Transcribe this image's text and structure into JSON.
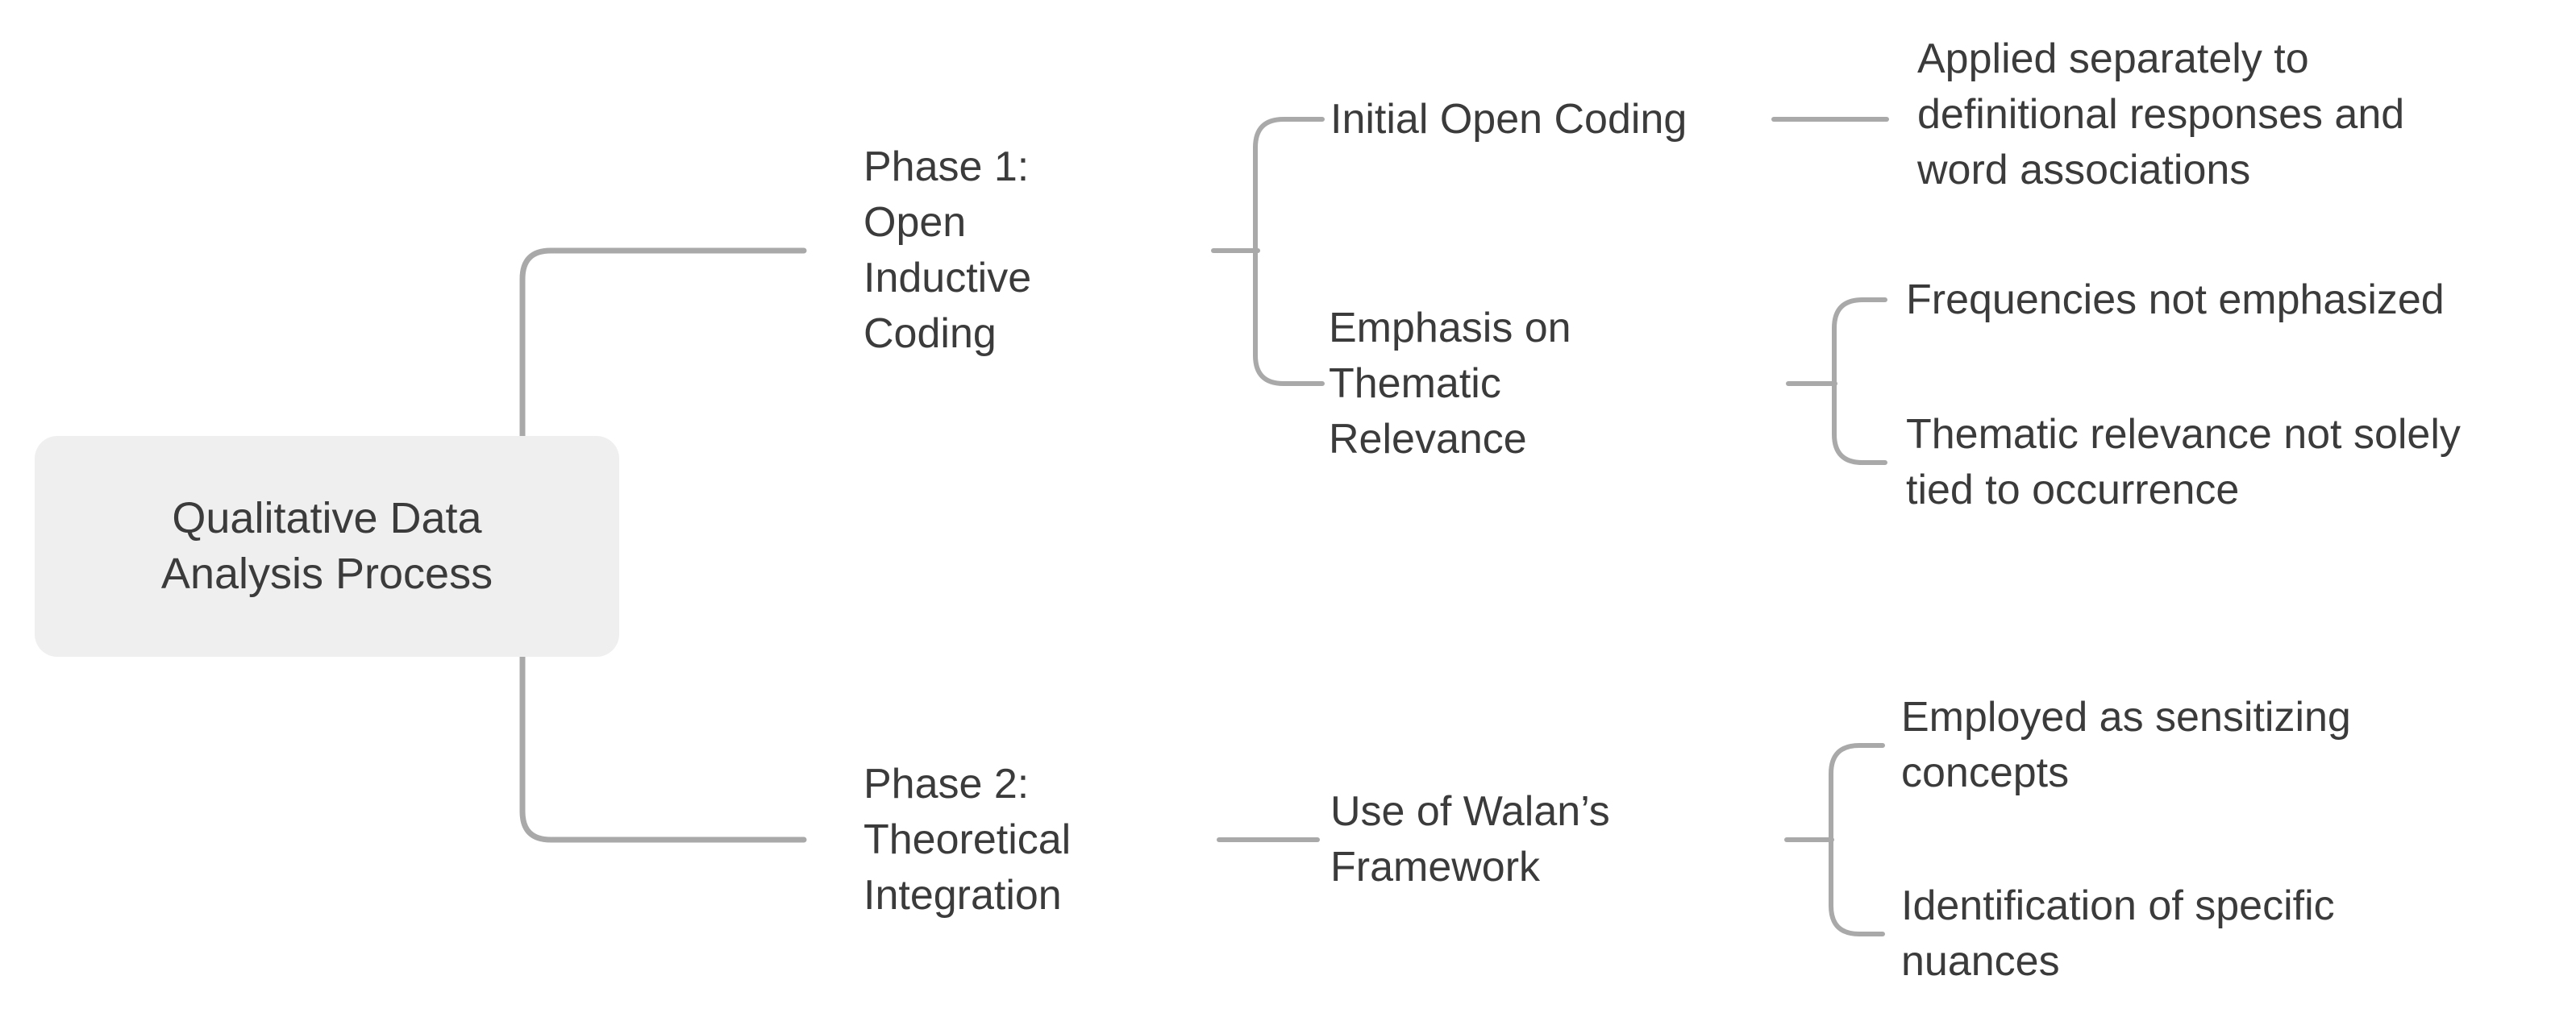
{
  "canvas": {
    "background": "#ffffff",
    "line_color": "#a9a9a9",
    "text_color": "#3b3b3b",
    "root_bg": "#efefef"
  },
  "mindmap": {
    "root": {
      "label": "Qualitative Data\nAnalysis Process"
    },
    "branches": [
      {
        "label": "Phase 1:\nOpen\nInductive\nCoding",
        "children": [
          {
            "label": "Initial Open Coding",
            "children": [
              {
                "label": "Applied separately to\ndefinitional responses and\nword associations"
              }
            ]
          },
          {
            "label": "Emphasis on\nThematic\nRelevance",
            "children": [
              {
                "label": "Frequencies not emphasized"
              },
              {
                "label": "Thematic relevance not solely\ntied to occurrence"
              }
            ]
          }
        ]
      },
      {
        "label": "Phase 2:\nTheoretical\nIntegration",
        "children": [
          {
            "label": "Use of Walan’s\nFramework",
            "children": [
              {
                "label": "Employed as sensitizing\nconcepts"
              },
              {
                "label": "Identification of specific\nnuances"
              }
            ]
          }
        ]
      }
    ]
  }
}
